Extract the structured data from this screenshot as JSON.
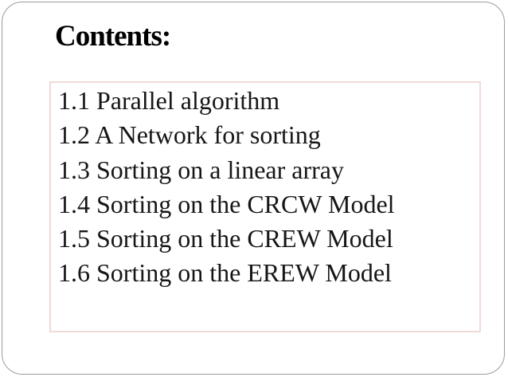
{
  "slide": {
    "title": "Contents:",
    "items": [
      "1.1 Parallel algorithm",
      "1.2 A Network for sorting",
      "1.3 Sorting on a linear array",
      "1.4 Sorting on the CRCW Model",
      "1.5 Sorting on the CREW Model",
      "1.6 Sorting on the EREW Model"
    ],
    "colors": {
      "background": "#ffffff",
      "slide_frame_border": "#9b9b9b",
      "content_box_border": "#f2d9d9",
      "title_text": "#000000",
      "body_text": "#161616"
    }
  }
}
